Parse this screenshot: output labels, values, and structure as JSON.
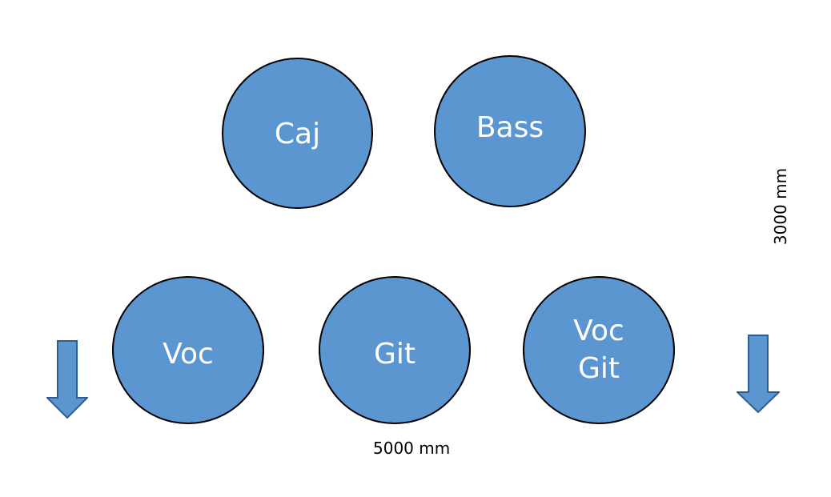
{
  "colors": {
    "circle_fill": "#5b96d1",
    "circle_stroke": "#000000",
    "arrow_fill": "#5b96d1",
    "arrow_stroke": "#2f5d8f",
    "label_text": "#ffffff",
    "dimension_text": "#000000"
  },
  "circles": {
    "caj": {
      "label": "Caj"
    },
    "bass": {
      "label": "Bass"
    },
    "voc": {
      "label": "Voc"
    },
    "git": {
      "label": "Git"
    },
    "voc_git": {
      "line1": "Voc",
      "line2": "Git"
    }
  },
  "arrows": {
    "left": {
      "direction": "down",
      "icon": "down-arrow-icon"
    },
    "right": {
      "direction": "down",
      "icon": "down-arrow-icon"
    }
  },
  "dimensions": {
    "width_label": "5000 mm",
    "depth_label": "3000 mm"
  }
}
